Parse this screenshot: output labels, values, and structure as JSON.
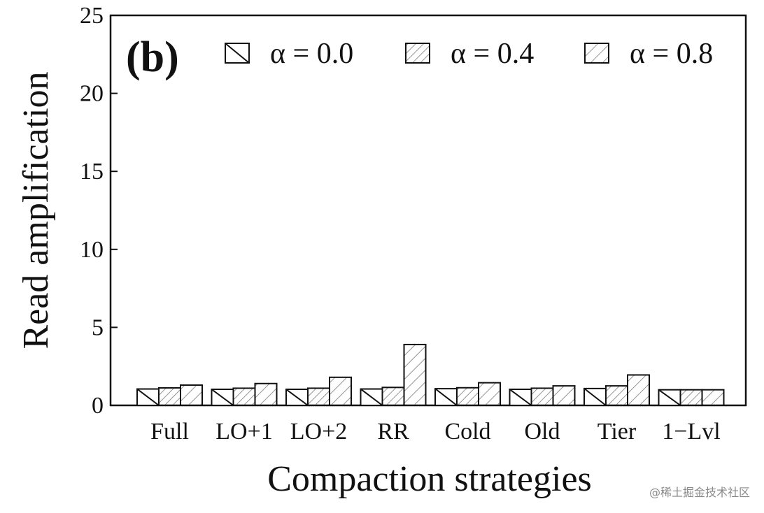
{
  "chart_data": {
    "type": "bar",
    "panel_label": "(b)",
    "xlabel": "Compaction strategies",
    "ylabel": "Read amplification",
    "ylim": [
      0,
      25
    ],
    "yticks": [
      0,
      5,
      10,
      15,
      20,
      25
    ],
    "grid": false,
    "legend_position": "top",
    "categories": [
      "Full",
      "LO+1",
      "LO+2",
      "RR",
      "Cold",
      "Old",
      "Tier",
      "1−Lvl"
    ],
    "series": [
      {
        "name": "α = 0.0",
        "pattern": "backslash-single",
        "values": [
          1.05,
          1.03,
          1.03,
          1.05,
          1.07,
          1.03,
          1.08,
          1.0
        ]
      },
      {
        "name": "α = 0.4",
        "pattern": "slash-dense",
        "values": [
          1.12,
          1.1,
          1.1,
          1.15,
          1.13,
          1.1,
          1.25,
          1.0
        ]
      },
      {
        "name": "α = 0.8",
        "pattern": "slash-sparse",
        "values": [
          1.3,
          1.4,
          1.8,
          3.9,
          1.45,
          1.25,
          1.95,
          1.0
        ]
      }
    ],
    "colors": {
      "bar_fill": "#ffffff",
      "bar_stroke": "#111111",
      "hatch": "#7a7a7a",
      "axis": "#111111"
    }
  },
  "watermark": "@稀土掘金技术社区"
}
